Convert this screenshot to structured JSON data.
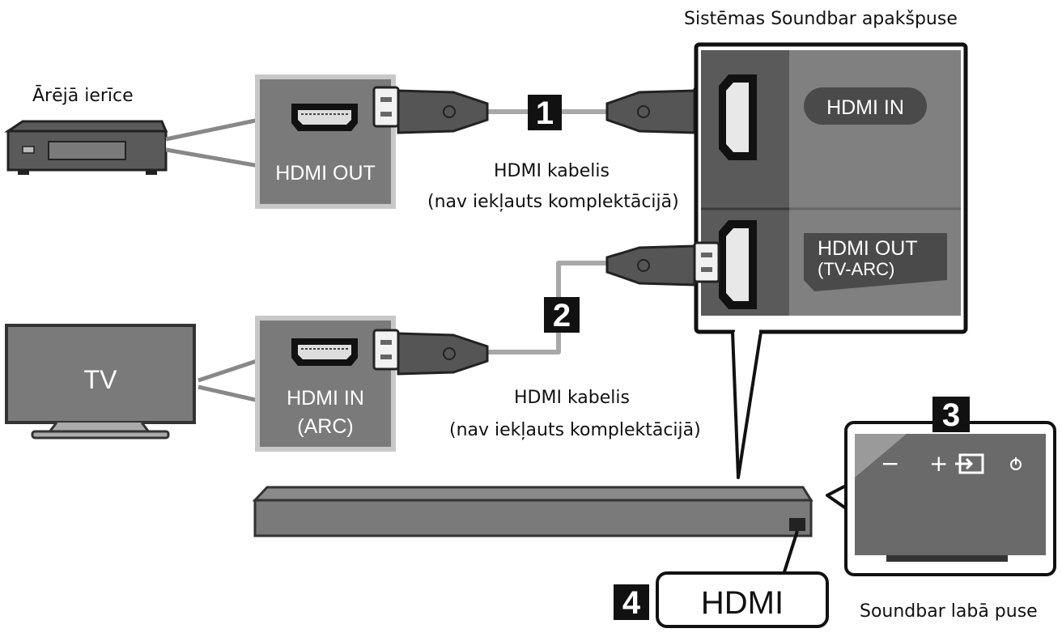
{
  "captions": {
    "external_device": "Ārējā ierīce",
    "soundbar_bottom": "Sistēmas Soundbar apakšpuse",
    "cable1_line1": "HDMI kabelis",
    "cable1_line2": "(nav iekļauts komplektācijā)",
    "cable2_line1": "HDMI kabelis",
    "cable2_line2": "(nav iekļauts komplektācijā)",
    "soundbar_right": "Soundbar labā puse"
  },
  "tv": {
    "label": "TV"
  },
  "ports": {
    "external_out": "HDMI OUT",
    "tv_in_line1": "HDMI IN",
    "tv_in_line2": "(ARC)",
    "soundbar_in": "HDMI IN",
    "soundbar_out_line1": "HDMI OUT",
    "soundbar_out_line2": "(TV-ARC)",
    "soundbar_jack": "HDMI"
  },
  "steps": [
    "1",
    "2",
    "3",
    "4"
  ],
  "side_panel": {
    "minus": "−",
    "plus": "+",
    "source_icon": "source-input-icon",
    "power_icon": "power-icon"
  },
  "colors": {
    "panel_gray": "#7a7a7a",
    "dark_gray": "#4a4a4a",
    "cable_gray": "#a8a8a8",
    "badge": "#111111"
  }
}
